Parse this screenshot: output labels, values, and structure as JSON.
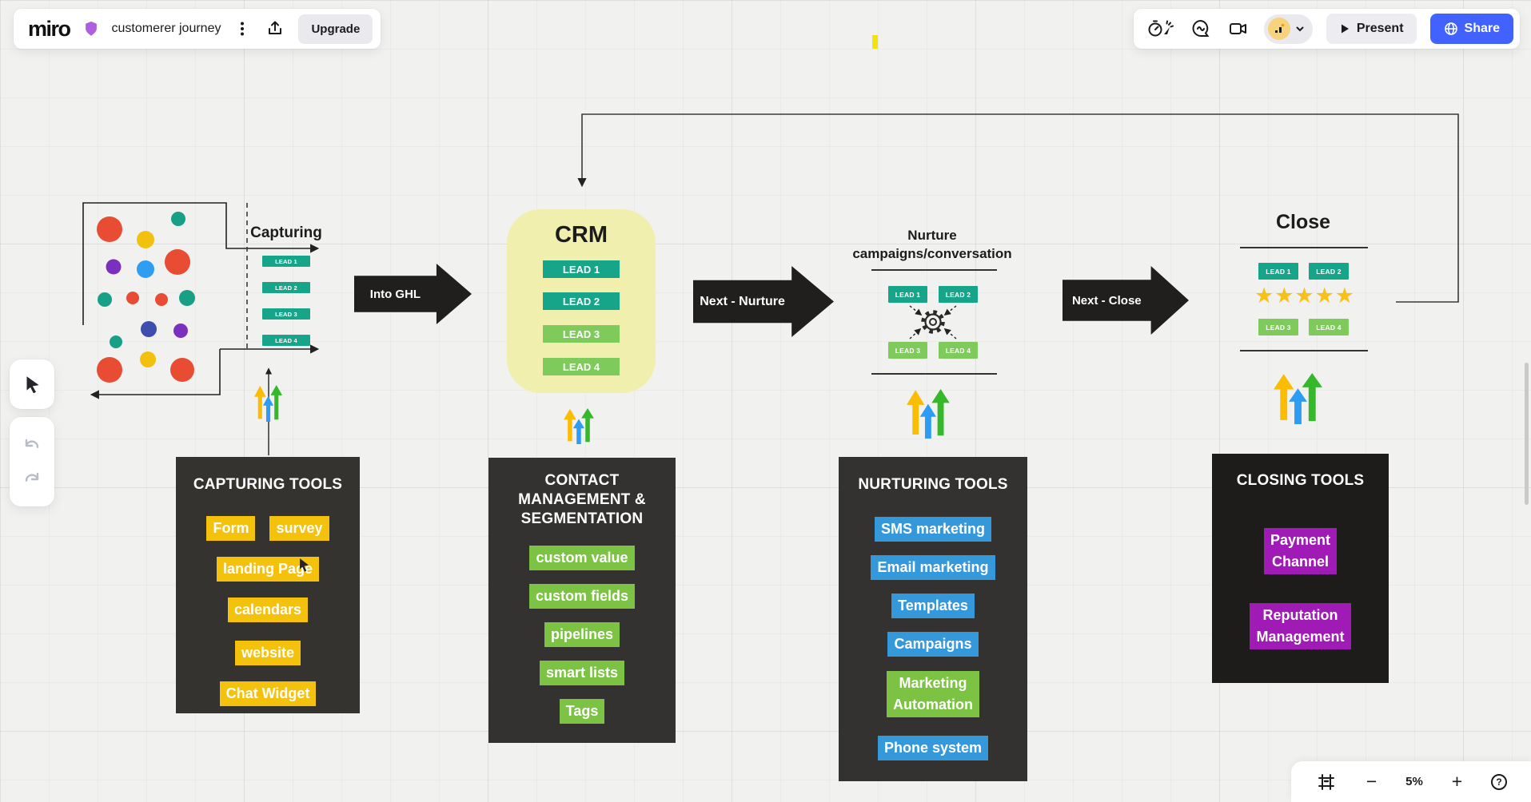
{
  "app": {
    "logo": "miro",
    "board_title": "customerer journey",
    "upgrade": "Upgrade",
    "present": "Present",
    "share": "Share"
  },
  "zoom_bar": {
    "zoom_level": "5%",
    "minus": "−",
    "plus": "+",
    "help": "?"
  },
  "canvas": {
    "capturing": {
      "title": "Capturing",
      "leads": [
        "LEAD 1",
        "LEAD 2",
        "LEAD 3",
        "LEAD 4"
      ]
    },
    "arrow_into_ghl": "Into GHL",
    "crm": {
      "title": "CRM",
      "leads": [
        "LEAD 1",
        "LEAD 2",
        "LEAD 3",
        "LEAD 4"
      ]
    },
    "arrow_next_nurture": "Next - Nurture",
    "nurture": {
      "title": "Nurture\ncampaigns/conversation",
      "leads": [
        "LEAD 1",
        "LEAD 2",
        "LEAD 3",
        "LEAD 4"
      ]
    },
    "arrow_next_close": "Next - Close",
    "close": {
      "title": "Close",
      "stars": "★★★★★",
      "leads": [
        "LEAD 1",
        "LEAD 2",
        "LEAD 3",
        "LEAD 4"
      ]
    },
    "capturing_tools": {
      "title": "CAPTURING TOOLS",
      "tags": [
        "Form",
        "survey",
        "landing Page",
        "calendars",
        "website",
        "Chat Widget"
      ]
    },
    "contact_management": {
      "title": "CONTACT\nMANAGEMENT &\nSEGMENTATION",
      "tags": [
        "custom value",
        "custom fields",
        "pipelines",
        "smart lists",
        "Tags"
      ]
    },
    "nurturing_tools": {
      "title": "NURTURING TOOLS",
      "tags": [
        "SMS marketing",
        "Email marketing",
        "Templates",
        "Campaigns",
        "Marketing\nAutomation",
        "Phone system"
      ]
    },
    "closing_tools": {
      "title": "CLOSING TOOLS",
      "tags": [
        "Payment\nChannel",
        "Reputation\nManagement"
      ]
    }
  },
  "colors": {
    "share_blue": "#4262ff",
    "teal_lead": "#17a589",
    "green_lead": "#7ecb5b",
    "crm_bg": "#f1efae",
    "arrow_black": "#211f1d",
    "tag_yellow": "#f4c20d",
    "tag_green": "#7cc243",
    "tag_blue": "#3598db",
    "tag_purple": "#a01ab5",
    "star_yellow": "#f7c117"
  }
}
